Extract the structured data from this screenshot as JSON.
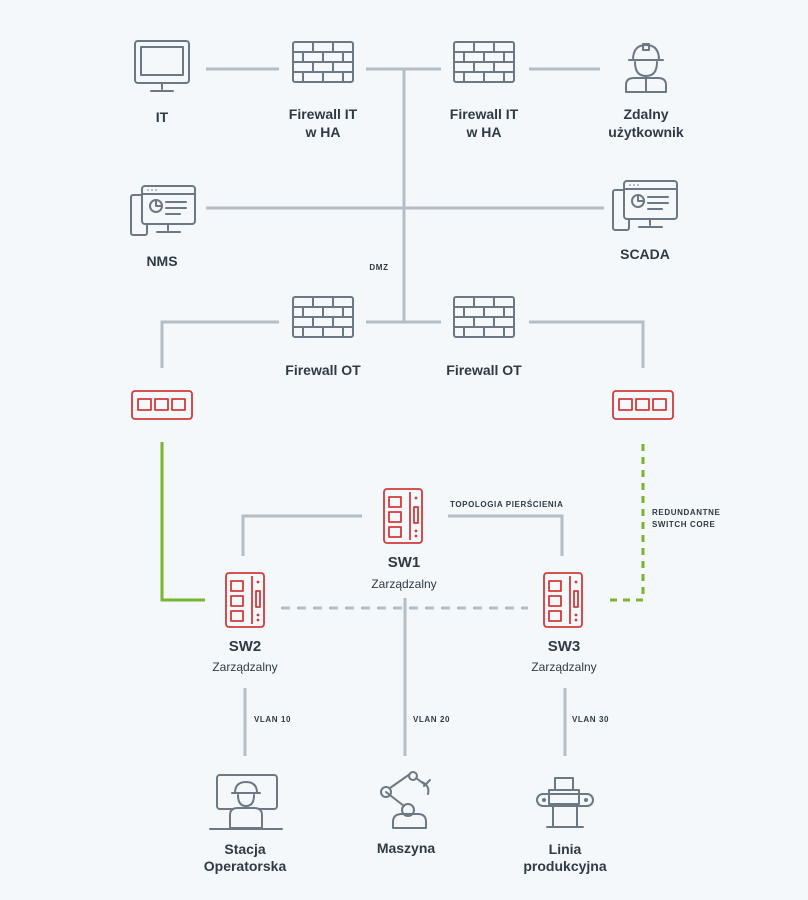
{
  "nodes": {
    "it": {
      "label": "IT"
    },
    "firewall_it_1": {
      "label1": "Firewall IT",
      "label2": "w HA"
    },
    "firewall_it_2": {
      "label1": "Firewall IT",
      "label2": "w HA"
    },
    "remote_user": {
      "label1": "Zdalny",
      "label2": "użytkownik"
    },
    "nms": {
      "label": "NMS"
    },
    "scada": {
      "label": "SCADA"
    },
    "firewall_ot_1": {
      "label": "Firewall OT"
    },
    "firewall_ot_2": {
      "label": "Firewall OT"
    },
    "sw1": {
      "label": "SW1",
      "sub": "Zarządzalny"
    },
    "sw2": {
      "label": "SW2",
      "sub": "Zarządzalny"
    },
    "sw3": {
      "label": "SW3",
      "sub": "Zarządzalny"
    },
    "operator_station": {
      "label1": "Stacja",
      "label2": "Operatorska"
    },
    "machine": {
      "label": "Maszyna"
    },
    "production_line": {
      "label1": "Linia",
      "label2": "produkcyjna"
    }
  },
  "annotations": {
    "dmz": "DMZ",
    "ring": "TOPOLOGIA PIERŚCIENIA",
    "redundant1": "REDUNDANTNE",
    "redundant2": "SWITCH CORE",
    "vlan10": "VLAN 10",
    "vlan20": "VLAN 20",
    "vlan30": "VLAN 30"
  },
  "colors": {
    "line": "#b3bec6",
    "accent_red": "#d23a3a",
    "link_green": "#7ab530",
    "icon_gray": "#6c7883"
  }
}
